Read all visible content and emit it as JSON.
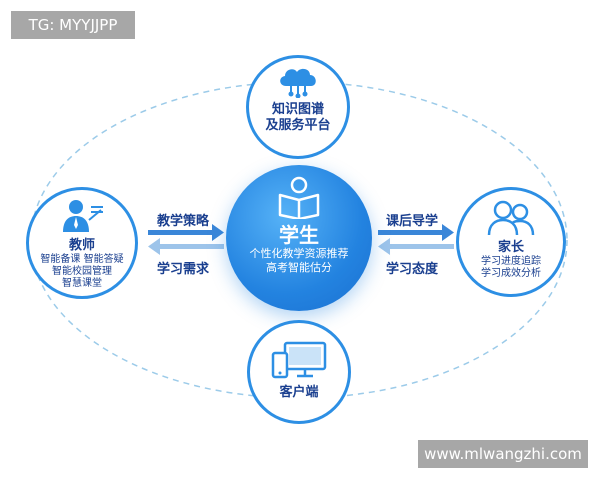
{
  "watermarks": {
    "top": "TG: MYYJJPP",
    "bottom": "www.mlwangzhi.com"
  },
  "colors": {
    "accent": "#2d8fe4",
    "dark_text": "#1a3f8f",
    "dashed_ring": "#9ccbe9"
  },
  "top_node": {
    "icon": "cloud-network-icon",
    "line1": "知识图谱",
    "line2": "及服务平台"
  },
  "center_node": {
    "icon": "student-reading-icon",
    "title": "学生",
    "line1": "个性化教学资源推荐",
    "line2": "高考智能估分"
  },
  "left_node": {
    "icon": "teacher-icon",
    "title": "教师",
    "line1": "智能备课 智能答疑",
    "line2": "智能校园管理",
    "line3": "智慧课堂"
  },
  "right_node": {
    "icon": "parents-icon",
    "title": "家长",
    "line1": "学习进度追踪",
    "line2": "学习成效分析"
  },
  "bottom_node": {
    "icon": "devices-icon",
    "title": "客户端"
  },
  "left_link": {
    "upper_label": "教学策略",
    "lower_label": "学习需求"
  },
  "right_link": {
    "upper_label": "课后导学",
    "lower_label": "学习态度"
  }
}
